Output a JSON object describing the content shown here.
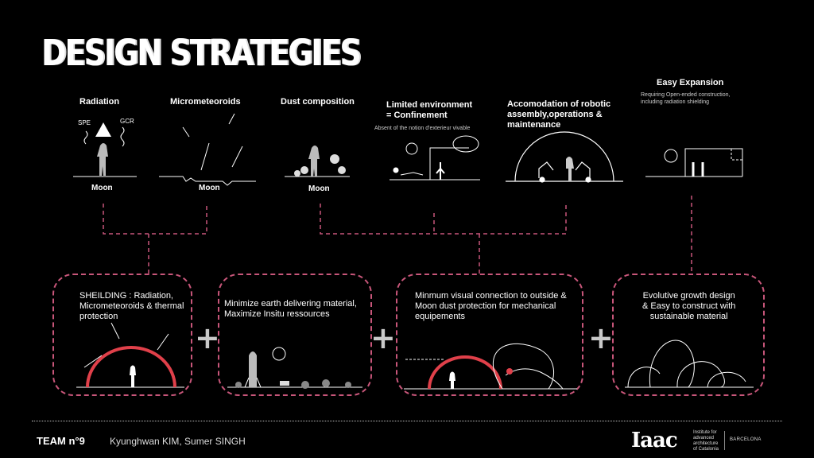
{
  "title": "DESIGN STRATEGIES",
  "constraints": [
    {
      "label": "Radiation",
      "tags": [
        "SPE",
        "GCR"
      ],
      "ground": "Moon"
    },
    {
      "label": "Micrometeoroids",
      "ground": "Moon"
    },
    {
      "label": "Dust composition",
      "ground": "Moon"
    },
    {
      "label": "Limited environment\n= Confinement",
      "note": "Absent of the notion d'exterieur vivable"
    },
    {
      "label": "Accomodation of robotic\nassembly,operations &\nmaintenance"
    },
    {
      "label": "Easy Expansion",
      "note": "Requiring Open-ended construction,\nincluding radiation shielding"
    }
  ],
  "strategies": [
    {
      "text": "SHEILDING : Radiation,\nMicrometeoroids & thermal\nprotection"
    },
    {
      "text": "Minimize earth delivering material,\nMaximize Insitu ressources"
    },
    {
      "text": "Minmum visual connection to outside &\nMoon dust protection for mechanical\nequipements"
    },
    {
      "text": "Evolutive growth design\n& Easy to construct with\nsustainable material"
    }
  ],
  "plus_symbol": "+",
  "footer": {
    "team": "TEAM n°9",
    "authors": "Kyunghwan KIM, Sumer SINGH",
    "logo": "Iaac",
    "institute": "Institute for\nadvanced\narchitecture\nof Catalonia",
    "city": "BARCELONA"
  },
  "colors": {
    "accent": "#c8567a",
    "background": "#000000",
    "shield": "#e0404a"
  }
}
